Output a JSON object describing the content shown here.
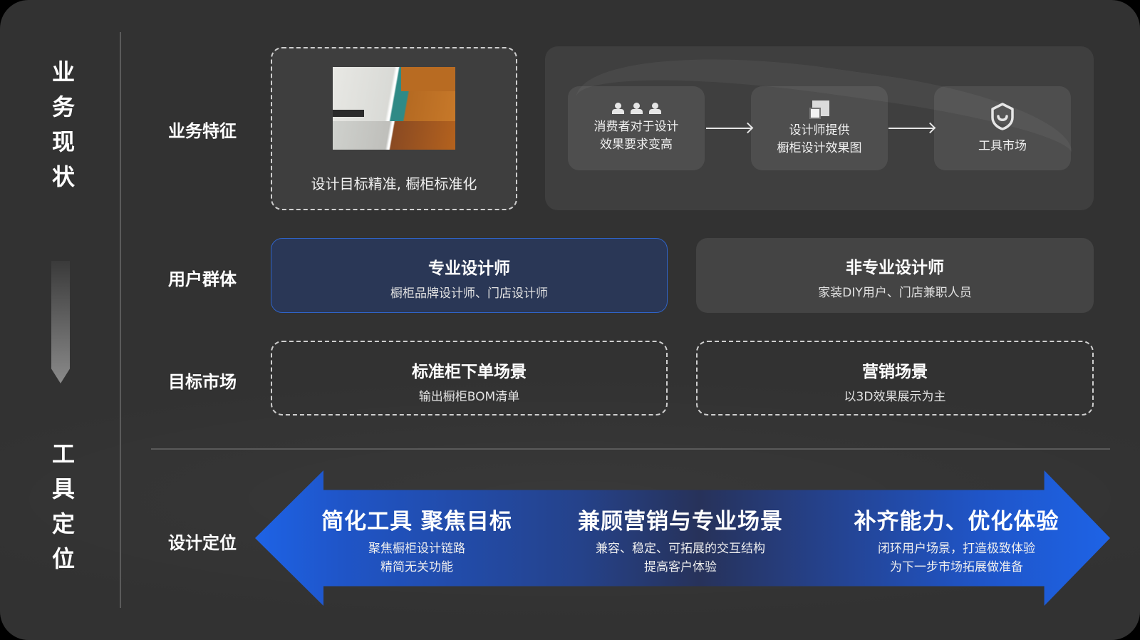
{
  "sections": {
    "business_status": "业务现状",
    "tool_positioning": "工具定位"
  },
  "rows": {
    "business_features": {
      "label": "业务特征",
      "image_card": {
        "image": "kitchen-comparison-photo",
        "caption": "设计目标精准, 橱柜标准化"
      },
      "flow": [
        {
          "icon": "users-icon",
          "line1": "消费者对于设计",
          "line2": "效果要求变高"
        },
        {
          "icon": "floor-plan-icon",
          "line1": "设计师提供",
          "line2": "橱柜设计效果图"
        },
        {
          "icon": "shield-smile-icon",
          "line1": "工具市场",
          "line2": ""
        }
      ]
    },
    "user_groups": {
      "label": "用户群体",
      "cards": [
        {
          "title": "专业设计师",
          "subtitle": "橱柜品牌设计师、门店设计师"
        },
        {
          "title": "非专业设计师",
          "subtitle": "家装DIY用户、门店兼职人员"
        }
      ]
    },
    "target_market": {
      "label": "目标市场",
      "cards": [
        {
          "title": "标准柜下单场景",
          "subtitle": "输出橱柜BOM清单"
        },
        {
          "title": "营销场景",
          "subtitle": "以3D效果展示为主"
        }
      ]
    },
    "design_positioning": {
      "label": "设计定位",
      "blocks": [
        {
          "title": "简化工具 聚焦目标",
          "line1": "聚焦橱柜设计链路",
          "line2": "精简无关功能"
        },
        {
          "title": "兼顾营销与专业场景",
          "line1": "兼容、稳定、可拓展的交互结构",
          "line2": "提高客户体验"
        },
        {
          "title": "补齐能力、优化体验",
          "line1": "闭环用户场景，打造极致体验",
          "line2": "为下一步市场拓展做准备"
        }
      ]
    }
  },
  "colors": {
    "background": "#323232",
    "accent_blue": "#1e63e6",
    "highlight_card": "#2a3756",
    "neutral_card": "#444444"
  }
}
